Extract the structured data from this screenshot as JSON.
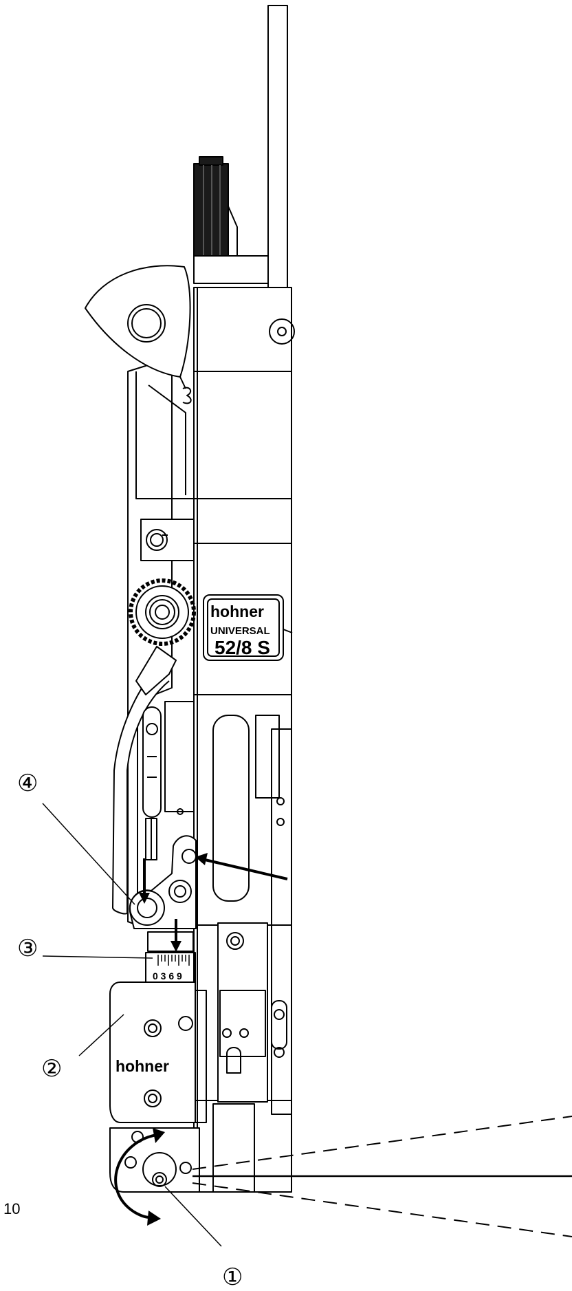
{
  "callouts": {
    "c1": "①",
    "c2": "②",
    "c3": "③",
    "c4": "④"
  },
  "labels": {
    "brand": "hohner",
    "model_line": "UNIVERSAL",
    "model_number": "52/8 S",
    "scale_digits": "0 3 6 9"
  },
  "page": {
    "number": "10"
  },
  "colors": {
    "line": "#000000",
    "background": "#ffffff",
    "knob_dark": "#1a1a1a"
  }
}
